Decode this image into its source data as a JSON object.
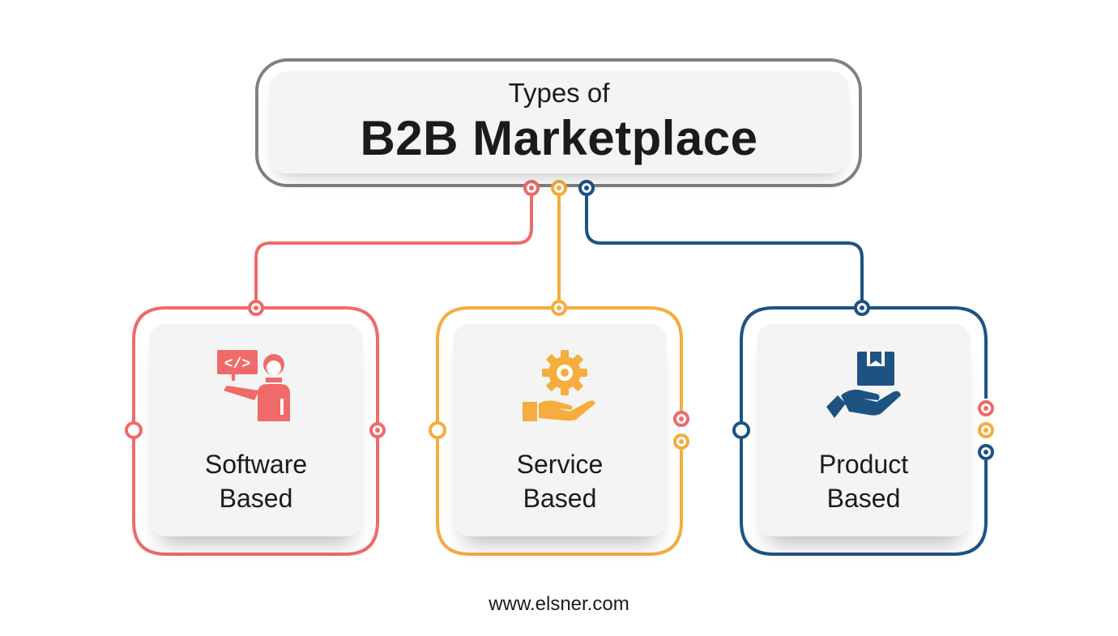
{
  "title": {
    "line1": "Types of",
    "line2": "B2B Marketplace"
  },
  "types": [
    {
      "line1": "Software",
      "line2": "Based",
      "icon": "developer-presenting-code-icon",
      "color": "#f06a6a"
    },
    {
      "line1": "Service",
      "line2": "Based",
      "icon": "gear-on-hand-icon",
      "color": "#f5ad3d"
    },
    {
      "line1": "Product",
      "line2": "Based",
      "icon": "box-on-hand-icon",
      "color": "#1d5383"
    }
  ],
  "footer": "www.elsner.com",
  "colors": {
    "frame": "#808080",
    "card": "#f4f4f4",
    "text": "#1b1b1b"
  }
}
